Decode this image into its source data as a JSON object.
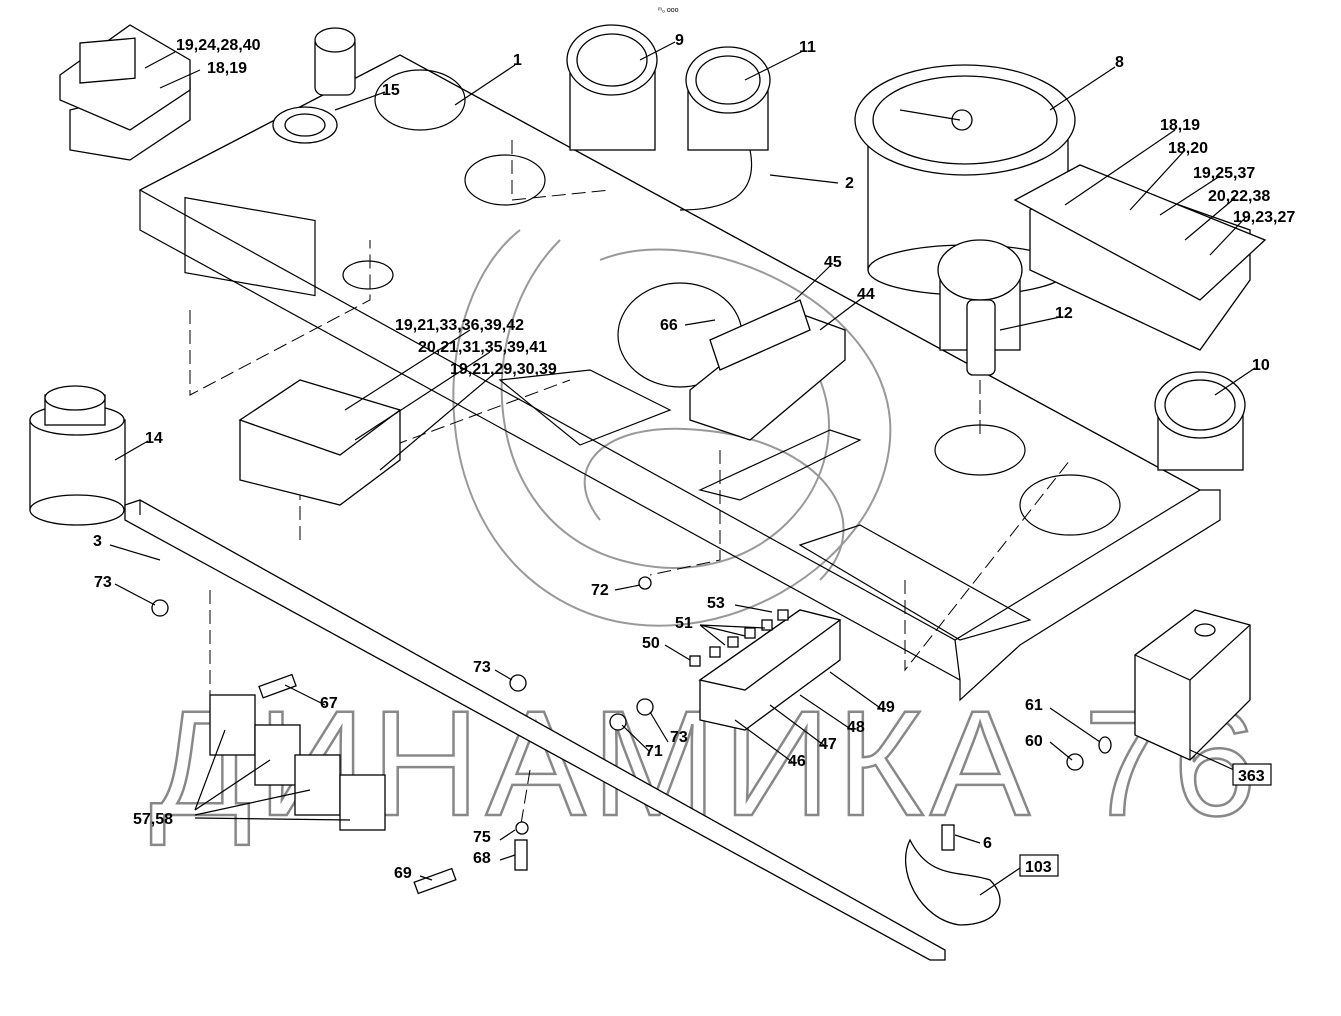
{
  "header_note": "ᵐ₀ ooo",
  "watermark": "ДИНАМИКА 76",
  "labels": {
    "l_19_24_28_40": "19,24,28,40",
    "l_18_19_a": "18,19",
    "l_15": "15",
    "l_1": "1",
    "l_9": "9",
    "l_11": "11",
    "l_8": "8",
    "l_2": "2",
    "l_18_19_b": "18,19",
    "l_18_20": "18,20",
    "l_19_25_37": "19,25,37",
    "l_20_22_38": "20,22,38",
    "l_19_23_27": "19,23,27",
    "l_45": "45",
    "l_44": "44",
    "l_66": "66",
    "l_19_21_33": "19,21,33,36,39,42",
    "l_20_21_31": "20,21,31,35,39,41",
    "l_19_21_29": "19,21,29,30,39",
    "l_12": "12",
    "l_10": "10",
    "l_14": "14",
    "l_3": "3",
    "l_73_a": "73",
    "l_72": "72",
    "l_53": "53",
    "l_51": "51",
    "l_50": "50",
    "l_67": "67",
    "l_73_b": "73",
    "l_49": "49",
    "l_48": "48",
    "l_47": "47",
    "l_46": "46",
    "l_71": "71",
    "l_73_c": "73",
    "l_61": "61",
    "l_60": "60",
    "l_363": "363",
    "l_57_58": "57,58",
    "l_75": "75",
    "l_68": "68",
    "l_69": "69",
    "l_6": "6",
    "l_103": "103"
  }
}
